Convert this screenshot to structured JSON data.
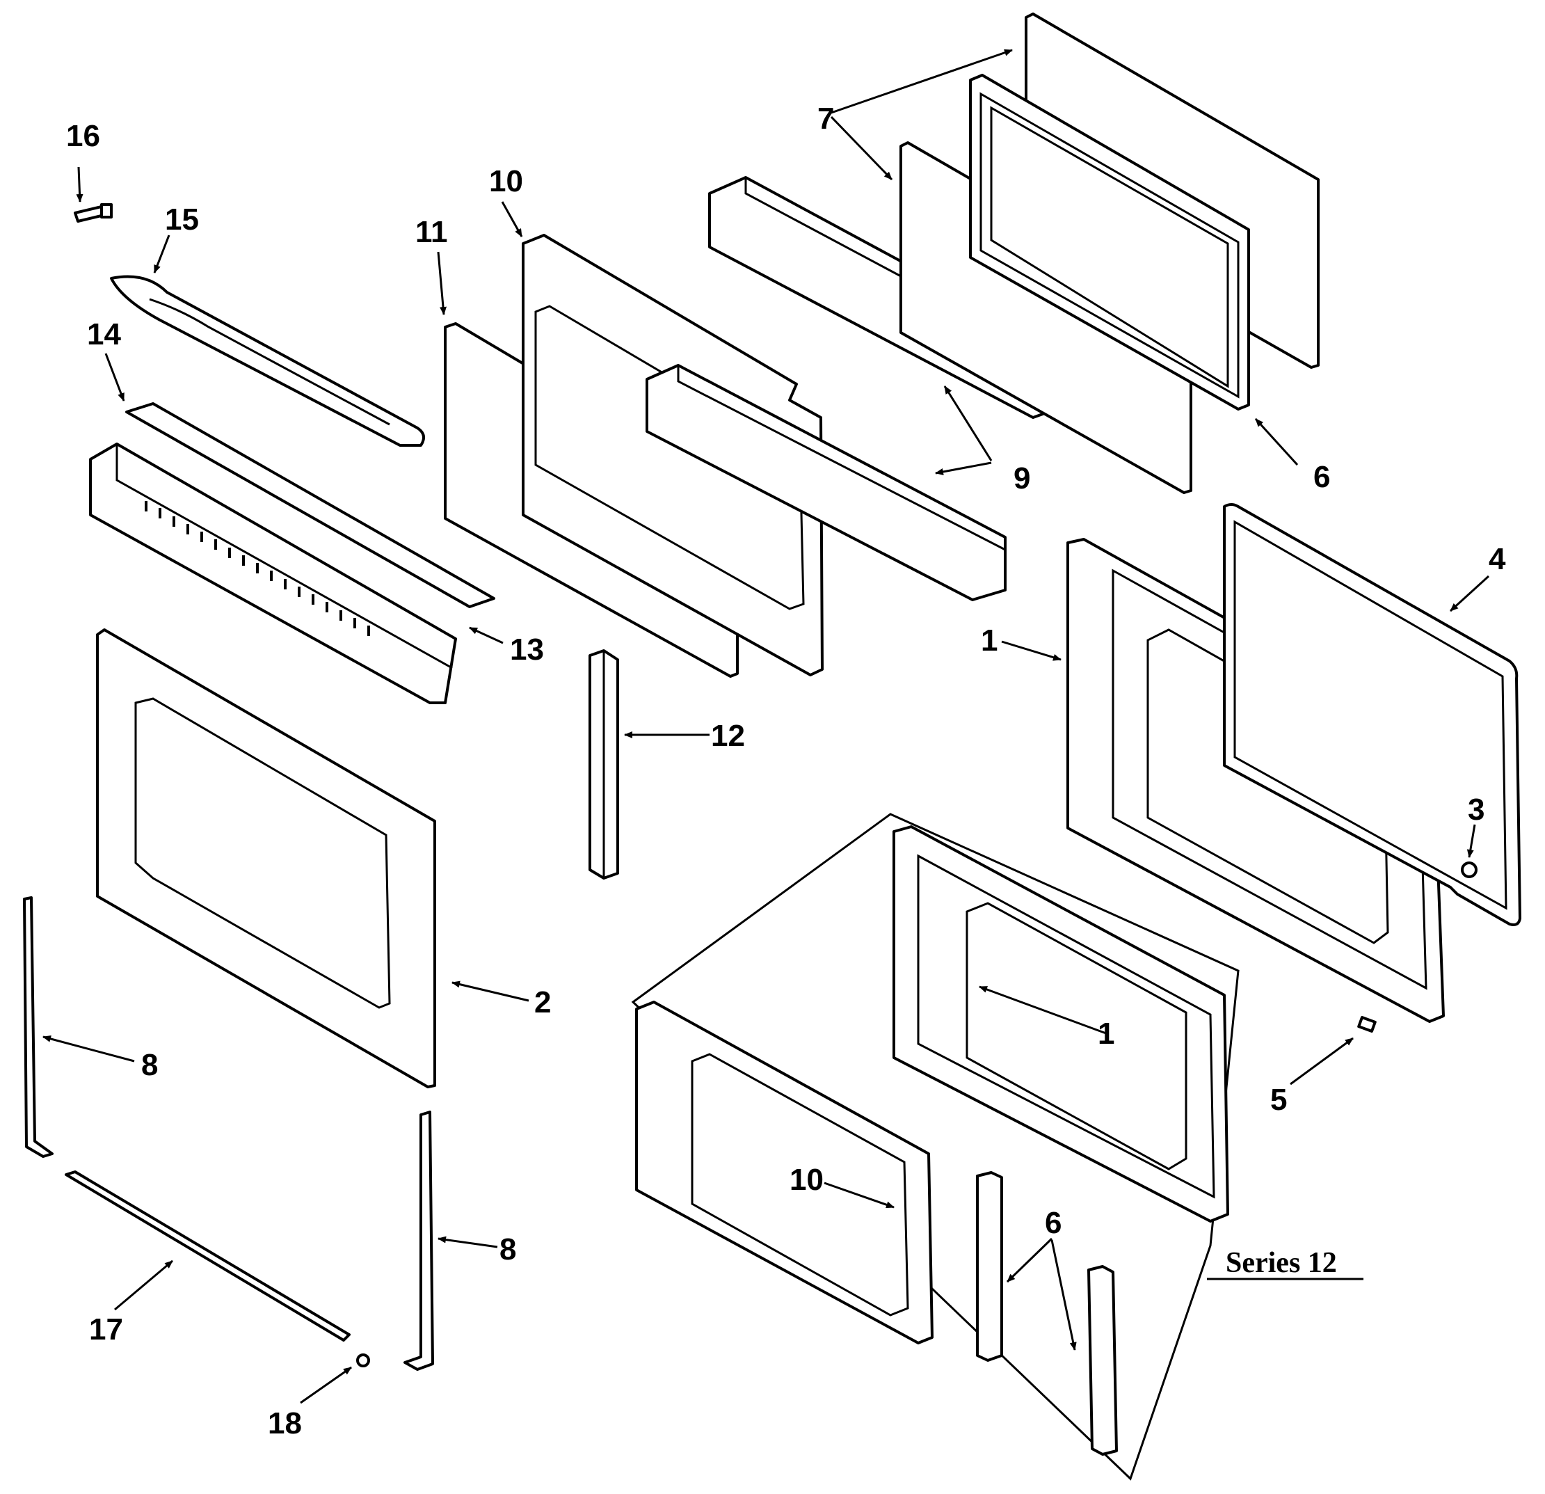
{
  "labels": {
    "l16": "16",
    "l15": "15",
    "l14": "14",
    "l13": "13",
    "l11": "11",
    "l10": "10",
    "l7": "7",
    "l9": "9",
    "l6": "6",
    "l12": "12",
    "l2": "2",
    "l8a": "8",
    "l8b": "8",
    "l17": "17",
    "l18": "18",
    "l1": "1",
    "l4": "4",
    "l3": "3",
    "l5": "5",
    "s1": "1",
    "s10": "10",
    "s6": "6"
  },
  "series_caption": "Series 12"
}
